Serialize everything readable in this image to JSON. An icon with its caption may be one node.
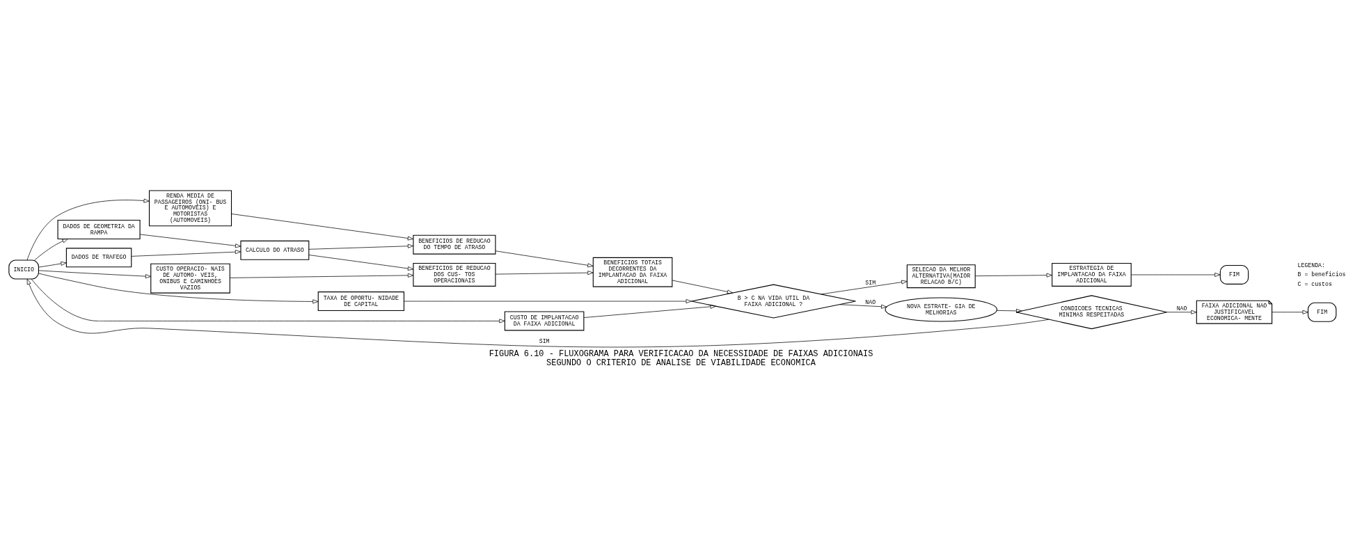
{
  "diagram": {
    "caption": "FIGURA 6.10 - FLUXOGRAMA PARA VERIFICACAO DA NECESSIDADE DE FAIXAS ADICIONAIS SEGUNDO O CRITERIO DE ANALISE DE VIABILIDADE ECONOMICA",
    "nodes": [
      {
        "text": [
          "INICIO"
        ]
      },
      {
        "text": [
          "RENDA MEDIA DE PASSAGEIROS (ONI- BUS E AUTOMOVEIS) E MOTORISTAS (AUTOMOVEIS)"
        ]
      },
      {
        "text": [
          "DADOS DE GEOMETRIA DA RAMPA"
        ]
      },
      {
        "text": [
          "DADOS DE TRAFEGO"
        ]
      },
      {
        "text": [
          "CUSTO OPERACIO- NAIS DE AUTOMO- VEIS, ONIBUS E CAMINHOES VAZIOS"
        ]
      },
      {
        "text": [
          "TAXA DE OPORTU- NIDADE DE CAPITAL"
        ]
      },
      {
        "text": [
          "CUSTO DE IMPLANTACAO DA FAIXA ADICIONAL"
        ]
      },
      {
        "text": [
          "CALCULO DO ATRASO"
        ]
      },
      {
        "text": [
          "BENEFICIOS DE REDUCAO DO TEMPO DE ATRASO"
        ]
      },
      {
        "text": [
          "BENEFICIOS DE REDUCAO DOS CUS- TOS OPERACIONAIS"
        ]
      },
      {
        "text": [
          "BENEFICIOS TOTAIS DECORRENTES DA IMPLANTACAO DA FAIXA ADICIONAL"
        ]
      },
      {
        "text": [
          "B > C NA VIDA UTIL DA FAIXA ADICIONAL ?"
        ]
      },
      {
        "text": [
          "SELECAO DA MELHOR ALTERNATIVA(MAIOR RELACAO B/C)"
        ]
      },
      {
        "text": [
          "ESTRATEGIA DE IMPLANTACAO DA FAIXA ADICIONAL"
        ]
      },
      {
        "text": [
          "FIM"
        ]
      },
      {
        "text": [
          "NOVA ESTRATE- GIA DE MELHORIAS"
        ]
      },
      {
        "text": [
          "CONDICOES TECNICAS MINIMAS RESPEITADAS"
        ]
      },
      {
        "text": [
          "FAIXA ADICIONAL NAO JUSTIFICAVEL ECONOMICA- MENTE"
        ]
      },
      {
        "text": [
          "FIM"
        ]
      }
    ],
    "edges": [
      {
        "from": 0,
        "to": 1,
        "arrow": "to"
      },
      {
        "from": 0,
        "to": 2,
        "arrow": "to"
      },
      {
        "from": 0,
        "to": 3,
        "arrow": "to"
      },
      {
        "from": 0,
        "to": 4,
        "arrow": "to"
      },
      {
        "from": 0,
        "to": 5,
        "arrow": "to"
      },
      {
        "from": 0,
        "to": 6,
        "arrow": "to"
      },
      {
        "from": 2,
        "to": 7,
        "arrow": "to"
      },
      {
        "from": 3,
        "to": 7,
        "arrow": "to"
      },
      {
        "from": 1,
        "to": 8,
        "arrow": "to"
      },
      {
        "from": 7,
        "to": 8,
        "arrow": "to"
      },
      {
        "from": 7,
        "to": 9,
        "arrow": "to"
      },
      {
        "from": 4,
        "to": 9,
        "arrow": "to"
      },
      {
        "from": 8,
        "to": 10,
        "arrow": "to"
      },
      {
        "from": 9,
        "to": 10,
        "arrow": "to"
      },
      {
        "from": 10,
        "to": 11,
        "arrow": "to"
      },
      {
        "from": 5,
        "to": 11,
        "arrow": "to"
      },
      {
        "from": 6,
        "to": 11,
        "arrow": "to"
      },
      {
        "from": 11,
        "to": 12,
        "arrow": "to",
        "label": "SIM"
      },
      {
        "from": 12,
        "to": 13,
        "arrow": "to"
      },
      {
        "from": 13,
        "to": 14,
        "arrow": "to"
      },
      {
        "from": 11,
        "to": 15,
        "arrow": "to",
        "label": "NAO"
      },
      {
        "from": 15,
        "to": 16,
        "arrow": "to"
      },
      {
        "from": 16,
        "to": 0,
        "arrow": "to",
        "label": "SIM"
      },
      {
        "from": 16,
        "to": 17,
        "arrow": "to",
        "label": "NAO"
      },
      {
        "from": 17,
        "to": 18,
        "arrow": "to"
      }
    ],
    "labels": [
      "LEGENDA:",
      "B = beneficios",
      "C = custos"
    ]
  }
}
